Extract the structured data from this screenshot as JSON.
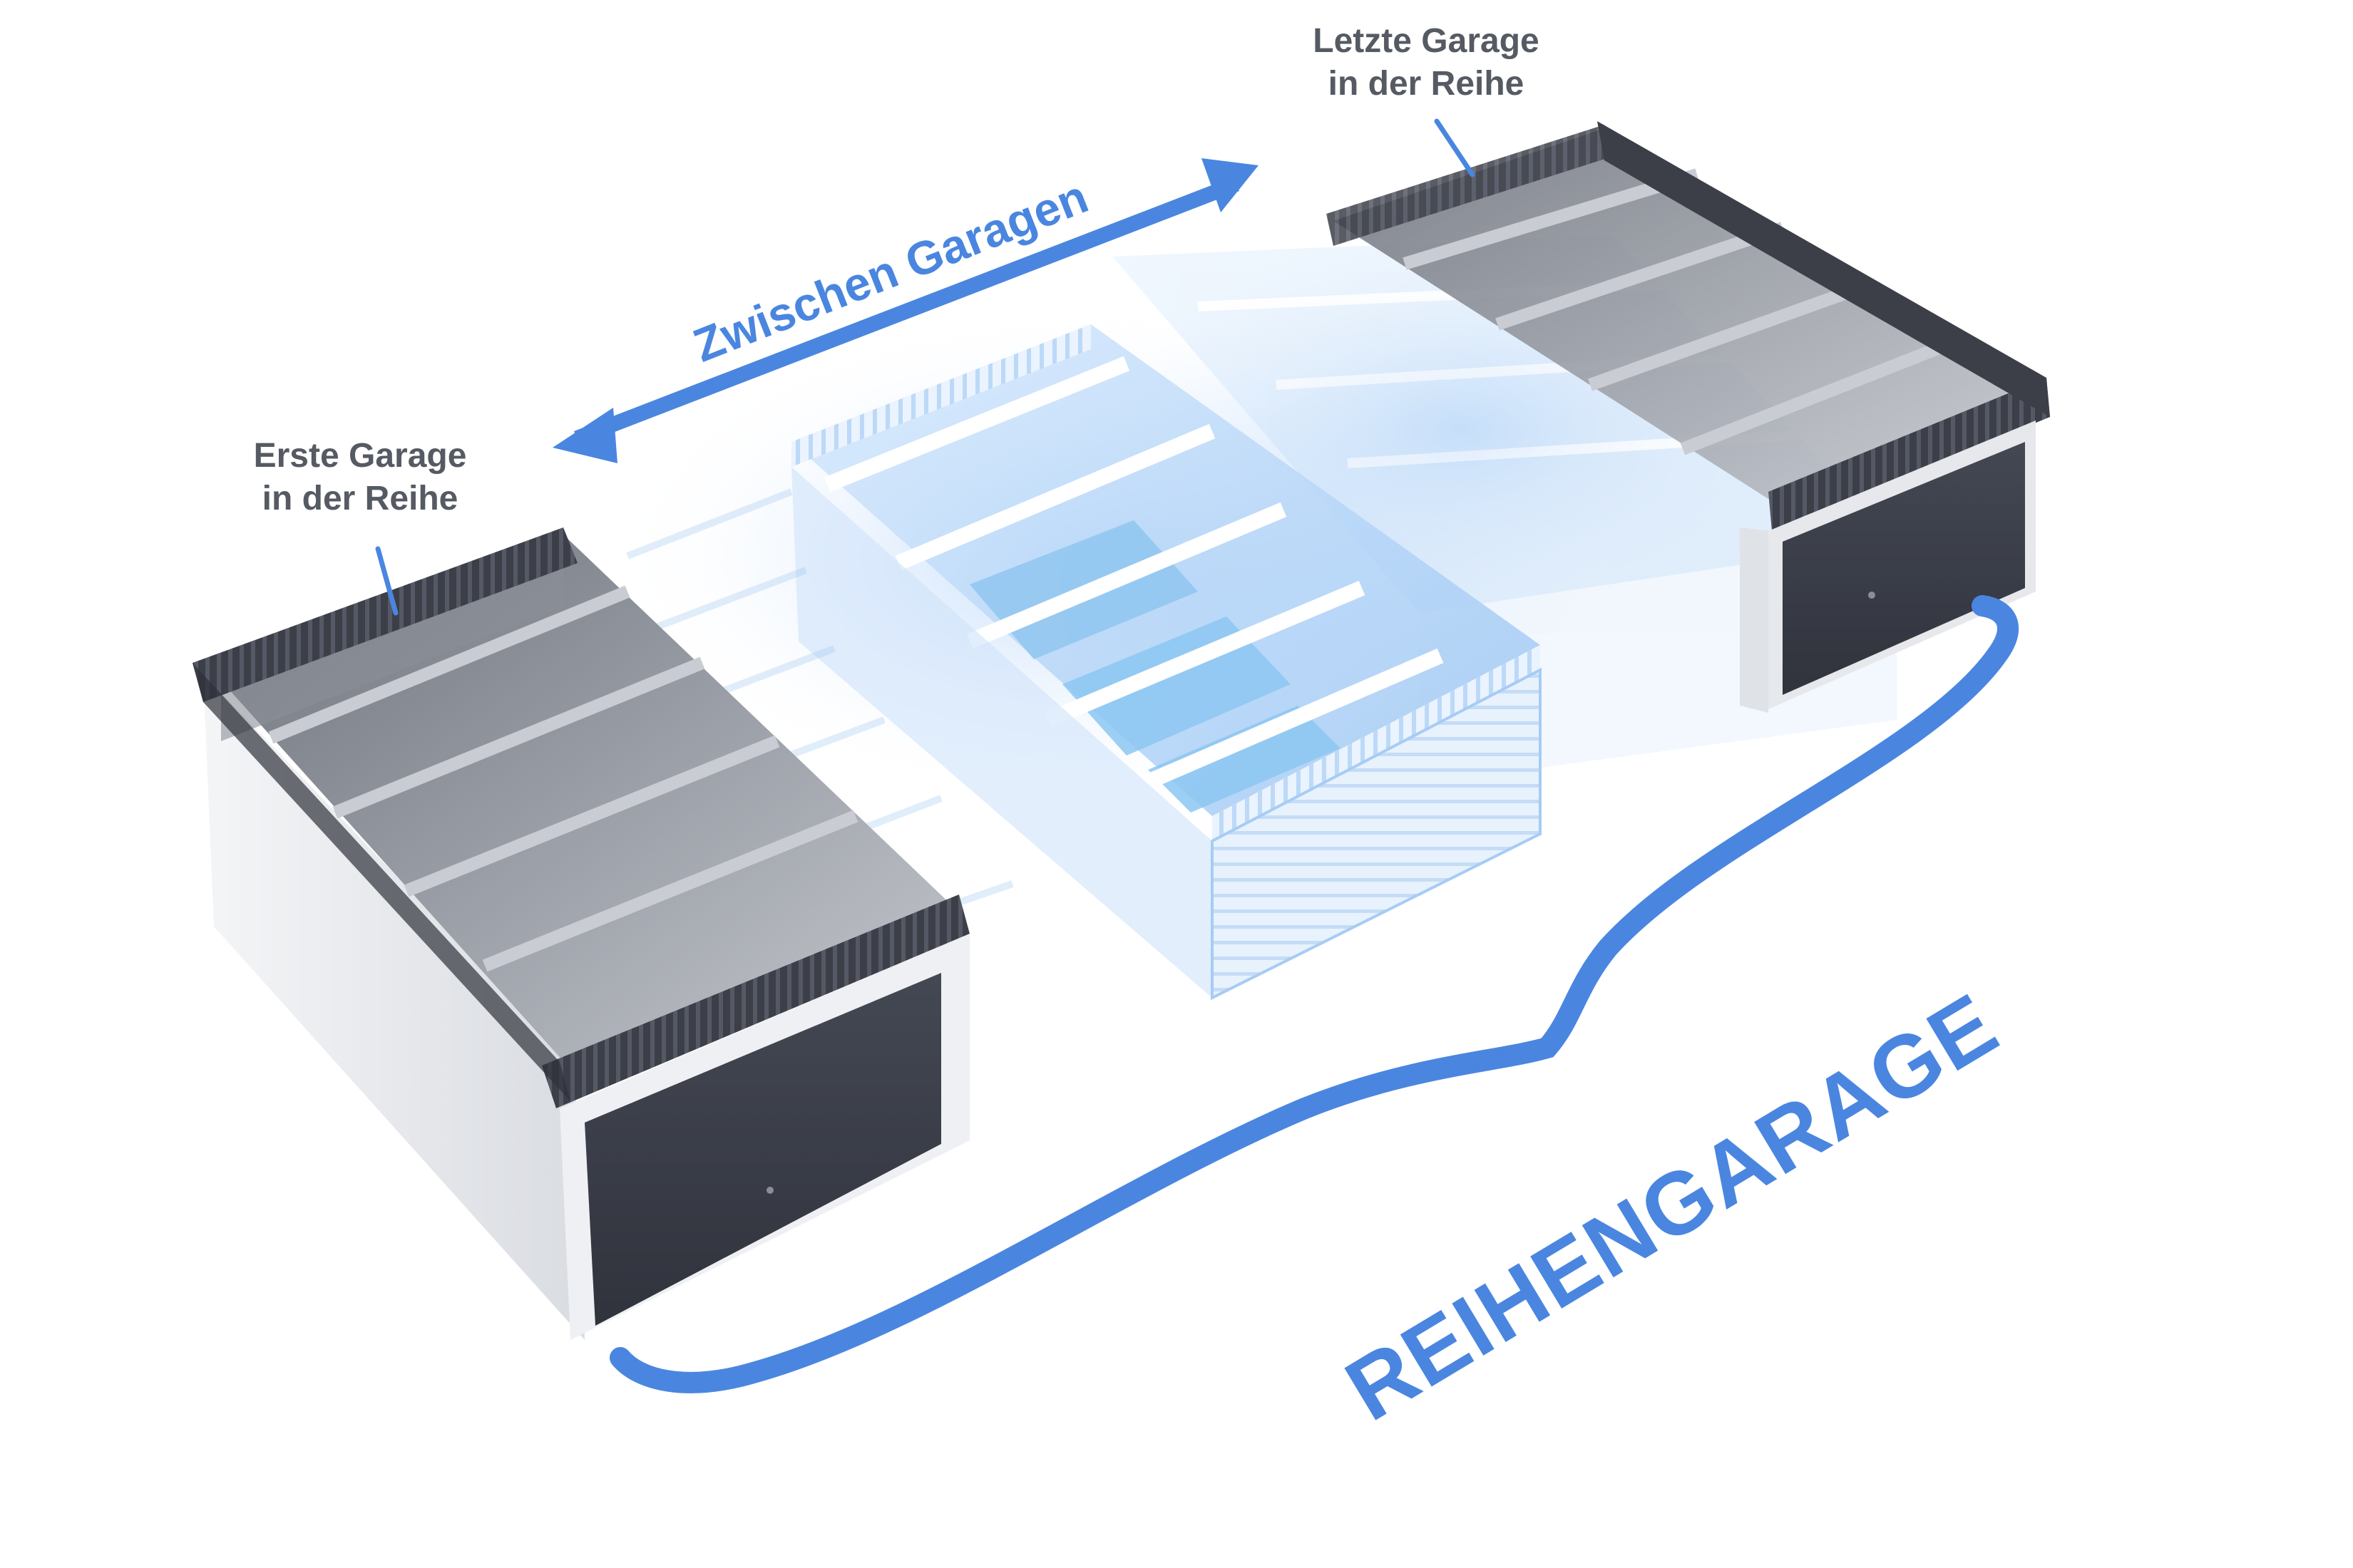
{
  "labels": {
    "first_garage": [
      "Erste Garage",
      "in der Reihe"
    ],
    "last_garage": [
      "Letzte Garage",
      "in der Reihe"
    ],
    "between": "Zwischen Garagen",
    "row_garage": "REIHENGARAGE"
  },
  "colors": {
    "accent_blue": "#4a86e0",
    "label_gray": "#555a63",
    "roof_dark": "#3c3f48",
    "door_dark": "#3b3e48",
    "wall_white": "#eef0f3",
    "ghost_blue": "#a9cdf6"
  },
  "icons": [
    "double-arrow-icon",
    "curly-brace-icon"
  ]
}
